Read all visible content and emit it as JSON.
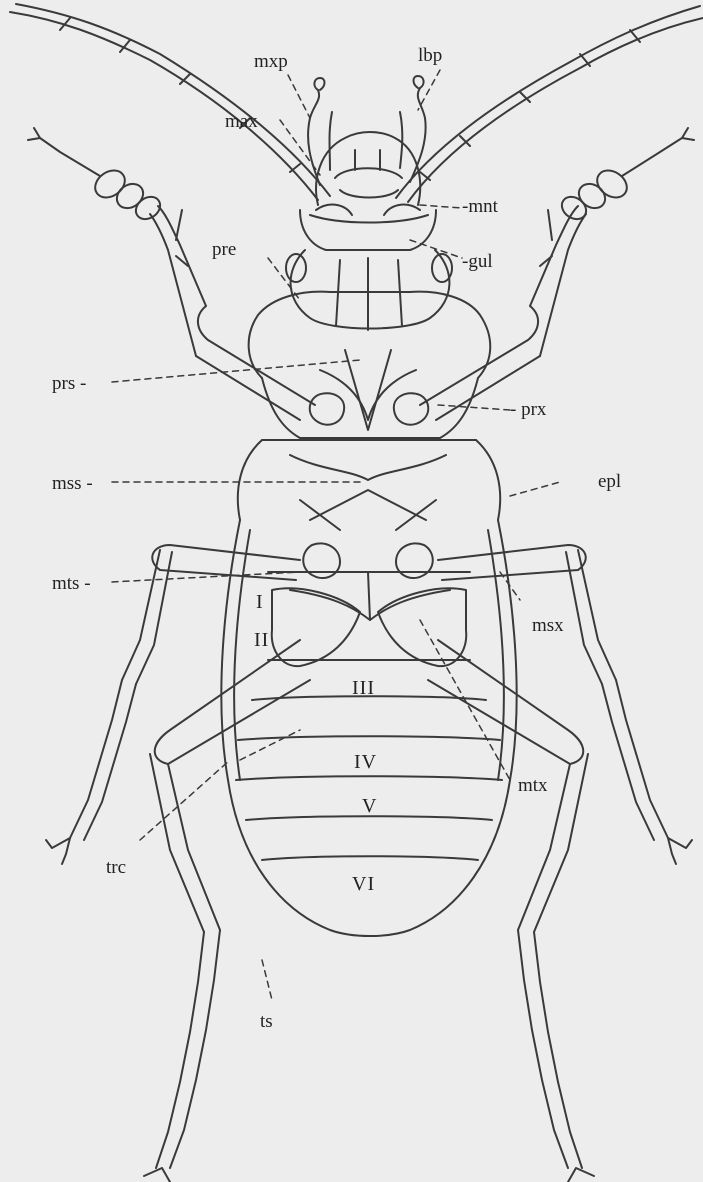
{
  "labels": {
    "mxp": "mxp",
    "lbp": "lbp",
    "max": "max",
    "mnt": "-mnt",
    "gul": "-gul",
    "pre": "pre",
    "prs": "prs -",
    "prx": "- prx",
    "mss": "mss -",
    "epl": "epl",
    "mts": "mts -",
    "msx": "msx",
    "mtx": "mtx",
    "trc": "trc",
    "ts": "ts"
  },
  "segments": [
    "I",
    "II",
    "III",
    "IV",
    "V",
    "VI"
  ],
  "colors": {
    "line": "#3a3a3a",
    "background": "#ededed",
    "text": "#222222"
  }
}
